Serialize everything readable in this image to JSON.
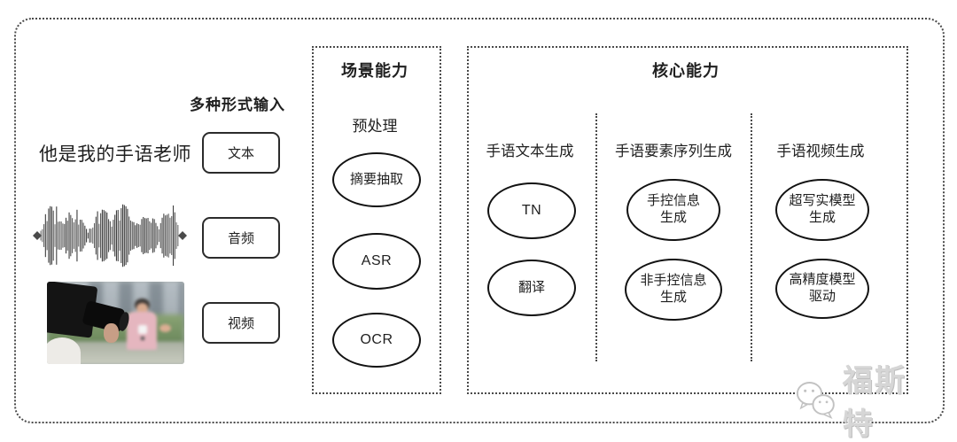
{
  "input": {
    "title": "多种形式输入",
    "sentence": "他是我的手语老师",
    "items": [
      {
        "label": "文本"
      },
      {
        "label": "音频"
      },
      {
        "label": "视频"
      }
    ]
  },
  "scene": {
    "title": "场景能力",
    "subtitle": "预处理",
    "nodes": [
      "摘要抽取",
      "ASR",
      "OCR"
    ]
  },
  "core": {
    "title": "核心能力",
    "columns": [
      {
        "label": "手语文本生成",
        "nodes": [
          "TN",
          "翻译"
        ]
      },
      {
        "label": "手语要素序列生成",
        "nodes": [
          "手控信息\n生成",
          "非手控信息\n生成"
        ]
      },
      {
        "label": "手语视频生成",
        "nodes": [
          "超写实模型\n生成",
          "高精度模型\n驱动"
        ]
      }
    ]
  },
  "watermark": {
    "text": "福斯特",
    "icon": "wechat-icon"
  },
  "colors": {
    "text": "#1f1f1f",
    "node_border": "#121212",
    "dotted_border": "#4a4a4a",
    "watermark": "#d6d6d6"
  }
}
